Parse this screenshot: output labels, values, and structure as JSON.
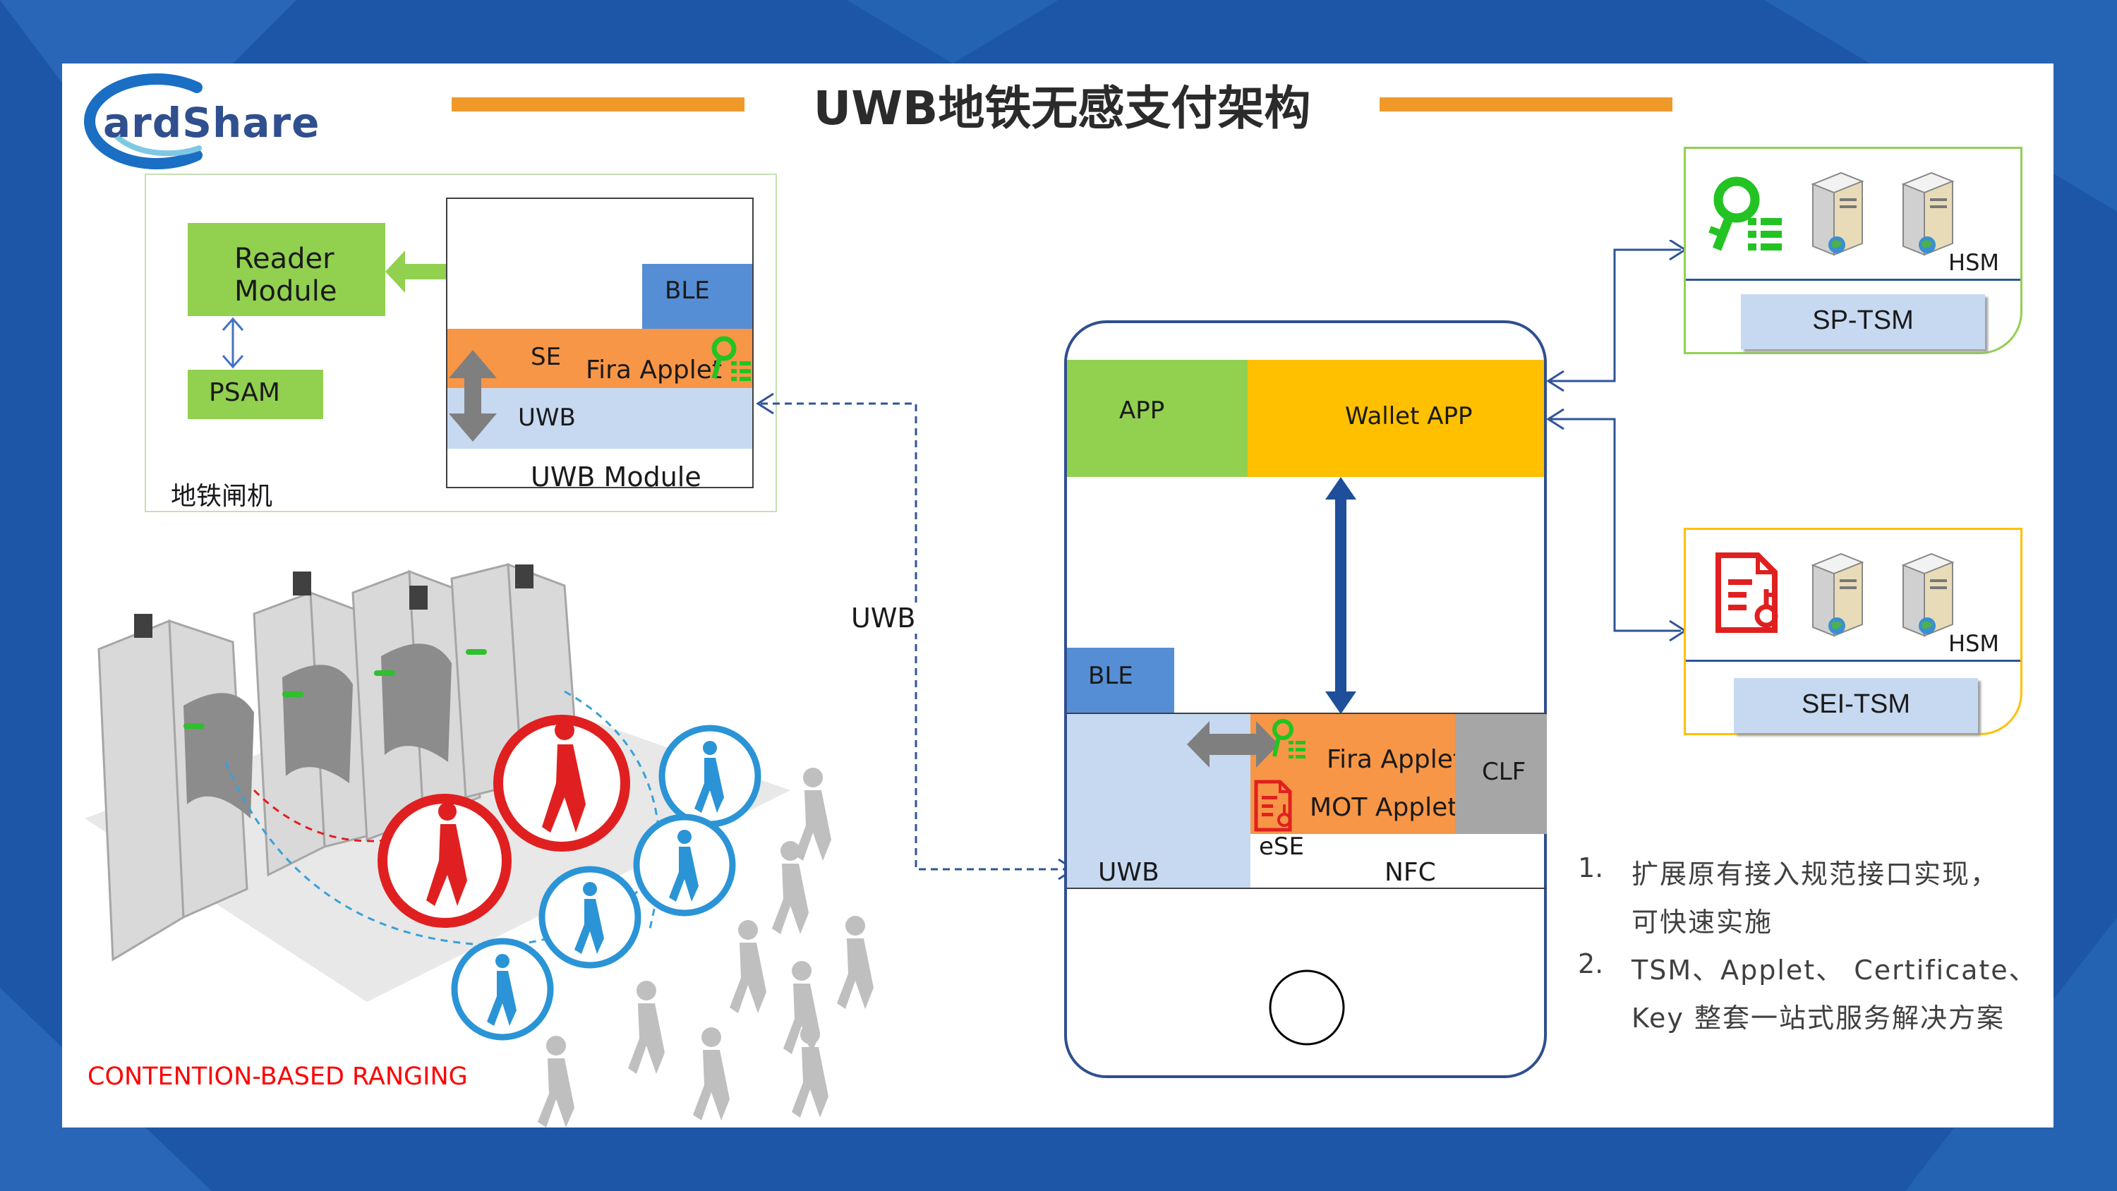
{
  "logo": {
    "text": "ardShare"
  },
  "title": "UWB地铁无感支付架构",
  "gate_diagram": {
    "reader_module": "Reader\nModule",
    "psam": "PSAM",
    "ble": "BLE",
    "se": "SE",
    "fira_applet": "Fira Applet",
    "uwb": "UWB",
    "uwb_module": "UWB Module",
    "gate_label": "地铁闸机"
  },
  "link_label": "UWB",
  "phone": {
    "app": "APP",
    "wallet_app": "Wallet APP",
    "ble": "BLE",
    "uwb": "UWB",
    "fira_applet": "Fira Applet",
    "mot_applet": "MOT Applet",
    "ese": "eSE",
    "nfc": "NFC",
    "clf": "CLF"
  },
  "sp_tsm": {
    "hsm": "HSM",
    "label": "SP-TSM"
  },
  "sei_tsm": {
    "hsm": "HSM",
    "label": "SEI-TSM"
  },
  "notes": [
    {
      "num": "1.",
      "line1": "扩展原有接入规范接口实现，",
      "line2": "可快速实施"
    },
    {
      "num": "2.",
      "line1": "TSM、Applet、 Certificate、",
      "line2": "Key 整套一站式服务解决方案"
    }
  ],
  "ranging_caption": "CONTENTION-BASED RANGING",
  "colors": {
    "green": "#92d050",
    "orange": "#f79646",
    "blue_light": "#c6d9f1",
    "blue": "#558ed5",
    "gold": "#ffc000",
    "red_text": "#ff0000"
  }
}
